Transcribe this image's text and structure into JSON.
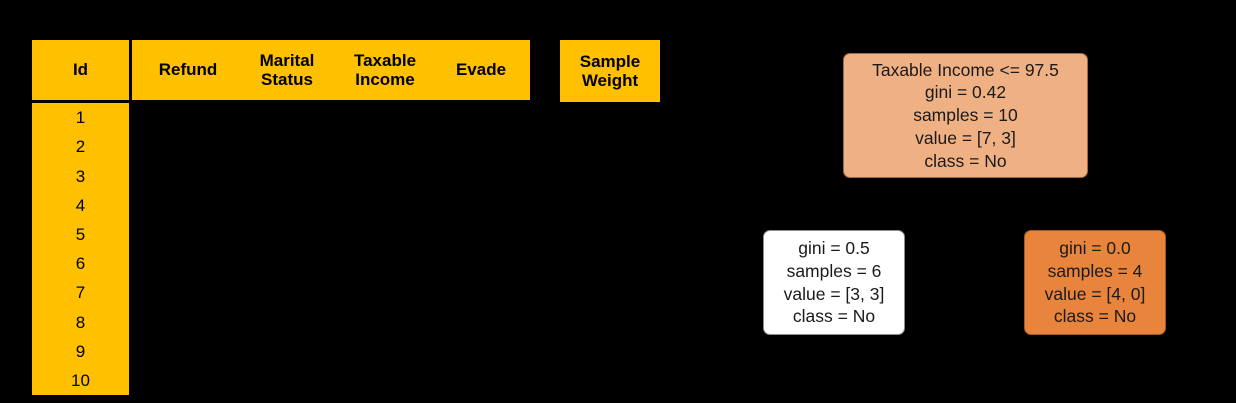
{
  "table": {
    "headers": {
      "id": "Id",
      "refund": "Refund",
      "marital_status": "Marital\nStatus",
      "taxable_income": "Taxable\nIncome",
      "evade": "Evade",
      "sample_weight": "Sample\nWeight"
    },
    "id_values": [
      "1",
      "2",
      "3",
      "4",
      "5",
      "6",
      "7",
      "8",
      "9",
      "10"
    ],
    "header_background": "#FFC000",
    "text_color": "#000000"
  },
  "decision_tree": {
    "nodes": [
      {
        "role": "root",
        "condition": "Taxable Income <= 97.5",
        "gini": "gini = 0.42",
        "samples": "samples = 10",
        "value": "value = [7, 3]",
        "class": "class = No",
        "fill": "#EFB183"
      },
      {
        "role": "left-leaf",
        "gini": "gini = 0.5",
        "samples": "samples = 6",
        "value": "value = [3, 3]",
        "class": "class = No",
        "fill": "#FFFFFF"
      },
      {
        "role": "right-leaf",
        "gini": "gini = 0.0",
        "samples": "samples = 4",
        "value": "value = [4, 0]",
        "class": "class = No",
        "fill": "#E8843C"
      }
    ]
  }
}
